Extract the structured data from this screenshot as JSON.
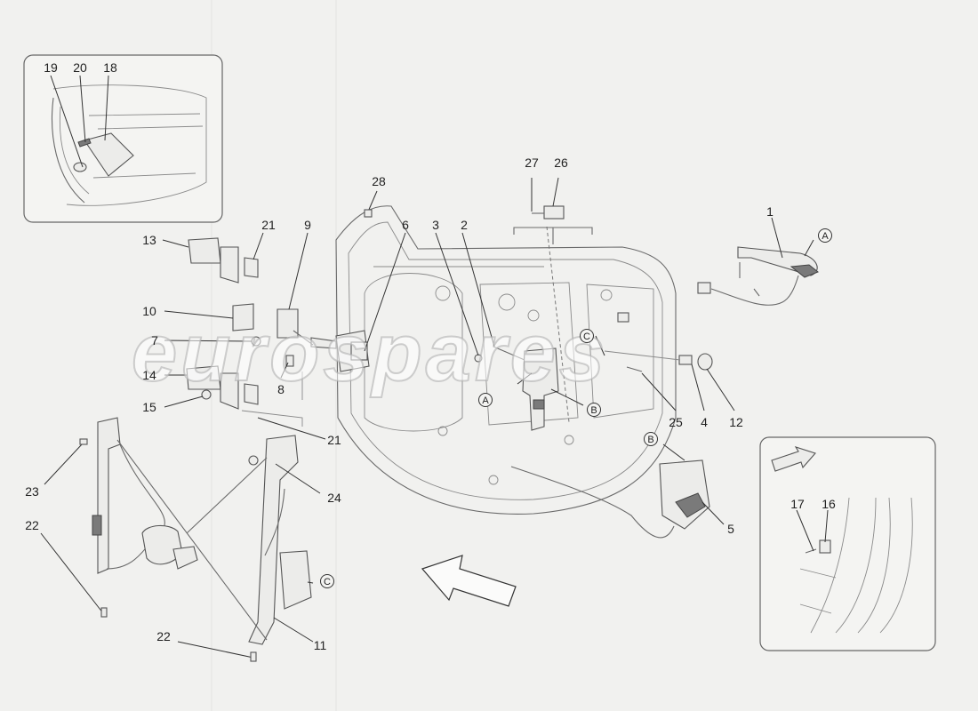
{
  "watermark": "eurospares",
  "callouts": [
    {
      "key": "c1",
      "label": "1"
    },
    {
      "key": "c2",
      "label": "2"
    },
    {
      "key": "c3",
      "label": "3"
    },
    {
      "key": "c4",
      "label": "4"
    },
    {
      "key": "c5",
      "label": "5"
    },
    {
      "key": "c6",
      "label": "6"
    },
    {
      "key": "c7",
      "label": "7"
    },
    {
      "key": "c8",
      "label": "8"
    },
    {
      "key": "c9",
      "label": "9"
    },
    {
      "key": "c10",
      "label": "10"
    },
    {
      "key": "c11",
      "label": "11"
    },
    {
      "key": "c12",
      "label": "12"
    },
    {
      "key": "c13",
      "label": "13"
    },
    {
      "key": "c14",
      "label": "14"
    },
    {
      "key": "c15",
      "label": "15"
    },
    {
      "key": "c16",
      "label": "16"
    },
    {
      "key": "c17",
      "label": "17"
    },
    {
      "key": "c18",
      "label": "18"
    },
    {
      "key": "c19",
      "label": "19"
    },
    {
      "key": "c20",
      "label": "20"
    },
    {
      "key": "c21a",
      "label": "21"
    },
    {
      "key": "c21b",
      "label": "21"
    },
    {
      "key": "c22a",
      "label": "22"
    },
    {
      "key": "c22b",
      "label": "22"
    },
    {
      "key": "c23",
      "label": "23"
    },
    {
      "key": "c24",
      "label": "24"
    },
    {
      "key": "c25",
      "label": "25"
    },
    {
      "key": "c26",
      "label": "26"
    },
    {
      "key": "c27",
      "label": "27"
    },
    {
      "key": "c28",
      "label": "28"
    }
  ],
  "connectors": [
    {
      "key": "A1",
      "label": "A"
    },
    {
      "key": "A2",
      "label": "A"
    },
    {
      "key": "B1",
      "label": "B"
    },
    {
      "key": "B2",
      "label": "B"
    },
    {
      "key": "C1",
      "label": "C"
    },
    {
      "key": "C2",
      "label": "C"
    }
  ]
}
